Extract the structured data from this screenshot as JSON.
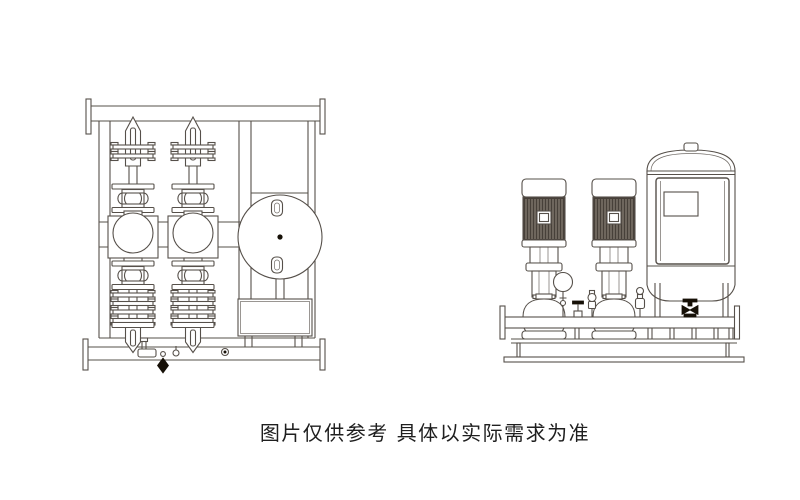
{
  "caption": "图片仅供参考 具体以实际需求为准",
  "colors": {
    "line": "#56504a",
    "motorDark": "#474039",
    "motorStripe": "#948b81",
    "blackFill": "#161007",
    "background": "#ffffff",
    "captionColor": "#1f1f1f"
  },
  "views": {
    "plan": {
      "label": "plan-view",
      "components": [
        "top-header-pipe",
        "end-flanges",
        "check-valve-arrow-1",
        "check-valve-arrow-2",
        "bolted-coupling",
        "flexible-joint-valve",
        "pump-1-top",
        "pump-2-top",
        "pressure-tank-top-view",
        "control-box",
        "bottom-header-pipe",
        "drain-fitting"
      ]
    },
    "elevation": {
      "label": "side-elevation-view",
      "components": [
        "motor-pump-1",
        "motor-pump-2",
        "pressure-gauge",
        "shutoff-valve",
        "pressure-sensor",
        "manifold-pipe",
        "pump-volute-1",
        "pump-volute-2",
        "diaphragm-tank",
        "control-cabinet",
        "tank-drain-valve",
        "base-frame"
      ]
    }
  }
}
